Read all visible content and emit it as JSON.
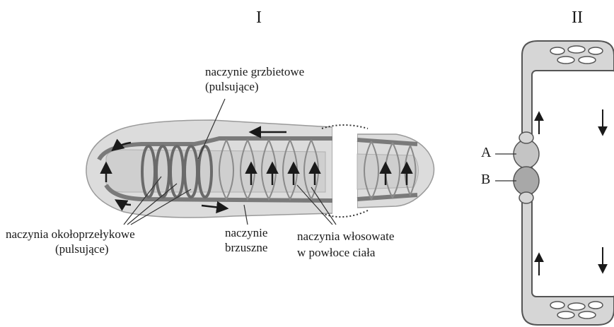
{
  "panel_1": {
    "numeral": "I",
    "labels": {
      "dorsal_line1": "naczynie grzbietowe",
      "dorsal_line2": "(pulsujące)",
      "periesoph_line1": "naczynia okołoprzełykowe",
      "periesoph_line2": "(pulsujące)",
      "ventral_line1": "naczynie",
      "ventral_line2": "brzuszne",
      "capillary_line1": "naczynia włosowate",
      "capillary_line2": "w powłoce ciała"
    }
  },
  "panel_2": {
    "numeral": "II",
    "label_a": "A",
    "label_b": "B"
  },
  "colors": {
    "body_fill": "#d9d9d9",
    "vessel": "#7a7a7a",
    "outline": "#555555",
    "text": "#1a1a1a"
  }
}
